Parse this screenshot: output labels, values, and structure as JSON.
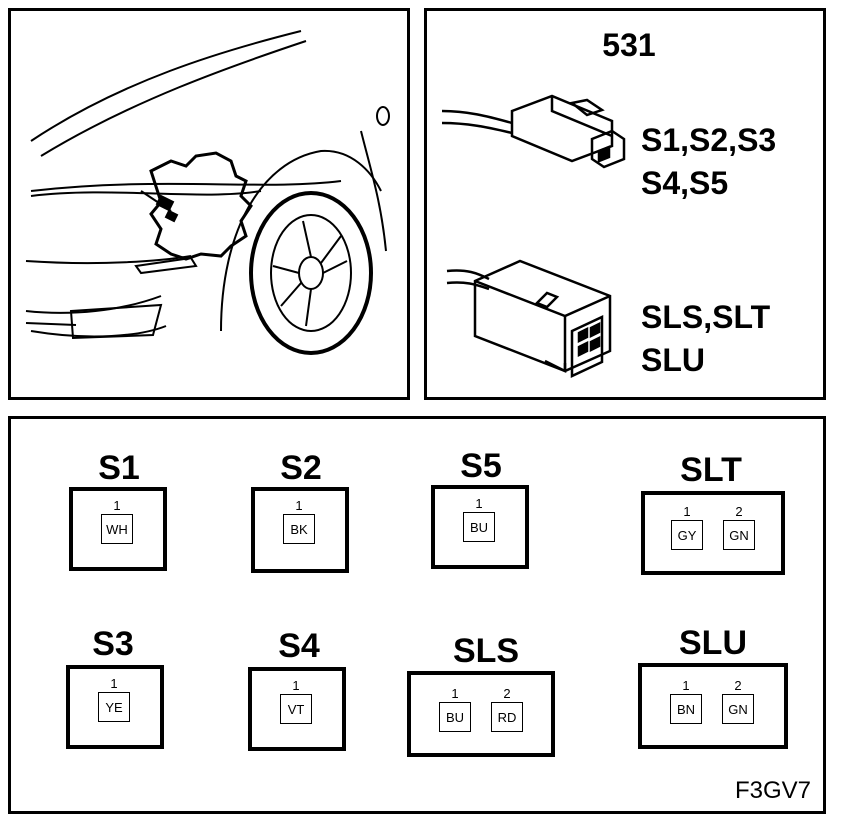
{
  "connector_panel": {
    "number": "531",
    "type_a_label_line1": "S1,S2,S3",
    "type_a_label_line2": "S4,S5",
    "type_b_label_line1": "SLS,SLT",
    "type_b_label_line2": "SLU"
  },
  "pinouts": {
    "s1": {
      "title": "S1",
      "pins": [
        {
          "num": "1",
          "color": "WH"
        }
      ]
    },
    "s2": {
      "title": "S2",
      "pins": [
        {
          "num": "1",
          "color": "BK"
        }
      ]
    },
    "s5": {
      "title": "S5",
      "pins": [
        {
          "num": "1",
          "color": "BU"
        }
      ]
    },
    "slt": {
      "title": "SLT",
      "pins": [
        {
          "num": "1",
          "color": "GY"
        },
        {
          "num": "2",
          "color": "GN"
        }
      ]
    },
    "s3": {
      "title": "S3",
      "pins": [
        {
          "num": "1",
          "color": "YE"
        }
      ]
    },
    "s4": {
      "title": "S4",
      "pins": [
        {
          "num": "1",
          "color": "VT"
        }
      ]
    },
    "sls": {
      "title": "SLS",
      "pins": [
        {
          "num": "1",
          "color": "BU"
        },
        {
          "num": "2",
          "color": "RD"
        }
      ]
    },
    "slu": {
      "title": "SLU",
      "pins": [
        {
          "num": "1",
          "color": "BN"
        },
        {
          "num": "2",
          "color": "GN"
        }
      ]
    }
  },
  "figure_id": "F3GV7"
}
